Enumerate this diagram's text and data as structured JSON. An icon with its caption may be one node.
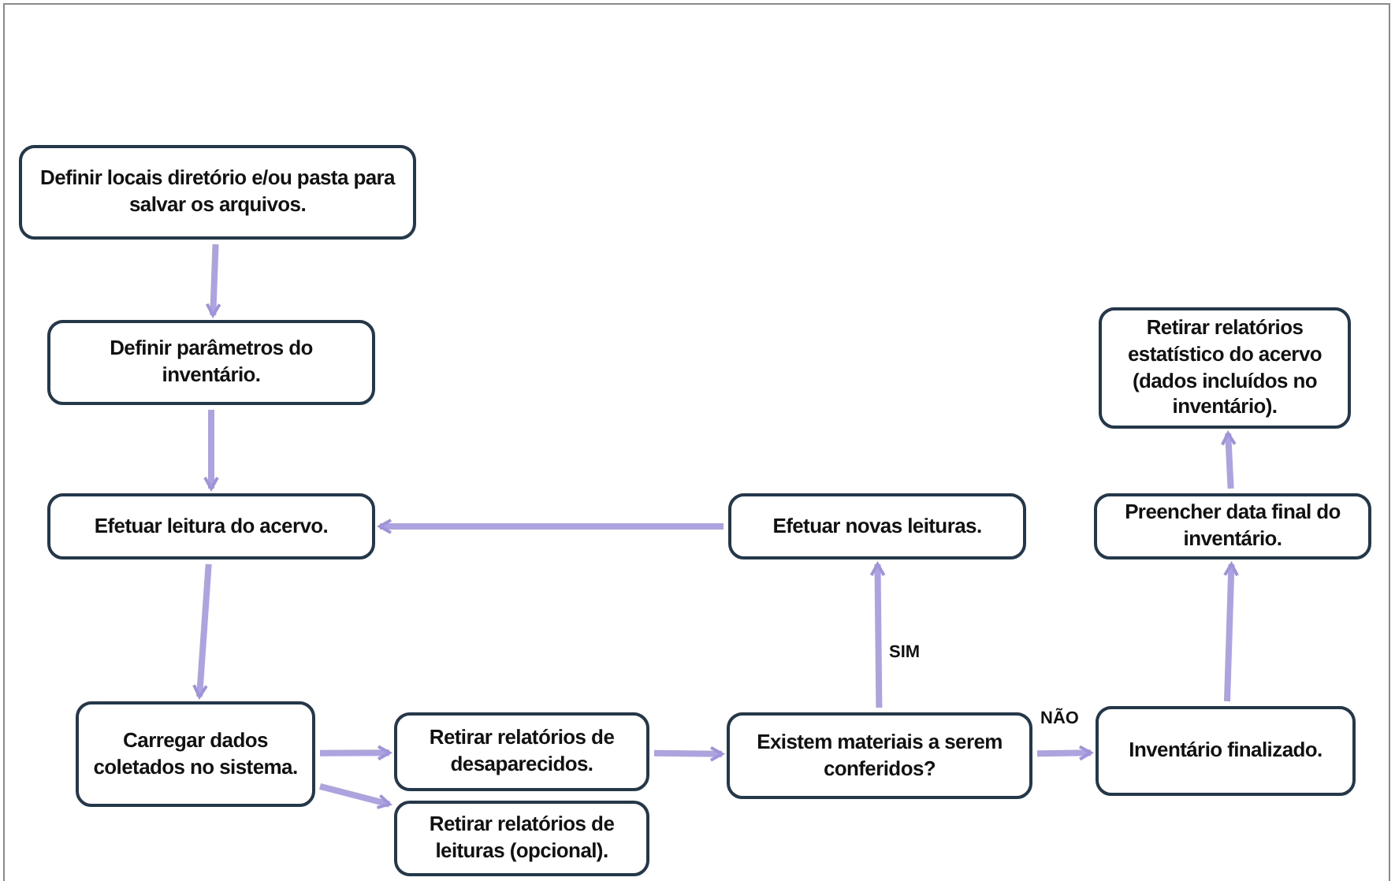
{
  "diagram": {
    "nodes": [
      {
        "text": [
          "Definir locais diretório e/ou pasta para salvar os arquivos."
        ]
      },
      {
        "text": [
          "Definir parâmetros do inventário."
        ]
      },
      {
        "text": [
          "Efetuar leitura do acervo."
        ]
      },
      {
        "text": [
          "Carregar dados coletados no sistema."
        ]
      },
      {
        "text": [
          "Retirar relatórios de desaparecidos."
        ]
      },
      {
        "text": [
          "Retirar relatórios de leituras (opcional)."
        ]
      },
      {
        "text": [
          "Existem materiais a serem conferidos?"
        ]
      },
      {
        "text": [
          "Inventário finalizado."
        ]
      },
      {
        "text": [
          "Efetuar novas leituras."
        ]
      },
      {
        "text": [
          "Preencher data final do inventário."
        ]
      },
      {
        "text": [
          "Retirar relatórios estatístico do acervo (dados incluídos no inventário)."
        ]
      }
    ],
    "edges": [
      {
        "from": 0,
        "to": 1,
        "arrow": "to"
      },
      {
        "from": 1,
        "to": 2,
        "arrow": "to"
      },
      {
        "from": 2,
        "to": 3,
        "arrow": "to"
      },
      {
        "from": 3,
        "to": 4,
        "arrow": "to"
      },
      {
        "from": 3,
        "to": 5,
        "arrow": "to"
      },
      {
        "from": 4,
        "to": 6,
        "arrow": "to"
      },
      {
        "from": 6,
        "to": 7,
        "arrow": "to",
        "label": "NÃO"
      },
      {
        "from": 6,
        "to": 8,
        "arrow": "to",
        "label": "SIM"
      },
      {
        "from": 8,
        "to": 2,
        "arrow": "to"
      },
      {
        "from": 7,
        "to": 9,
        "arrow": "to"
      },
      {
        "from": 9,
        "to": 10,
        "arrow": "to"
      }
    ]
  }
}
